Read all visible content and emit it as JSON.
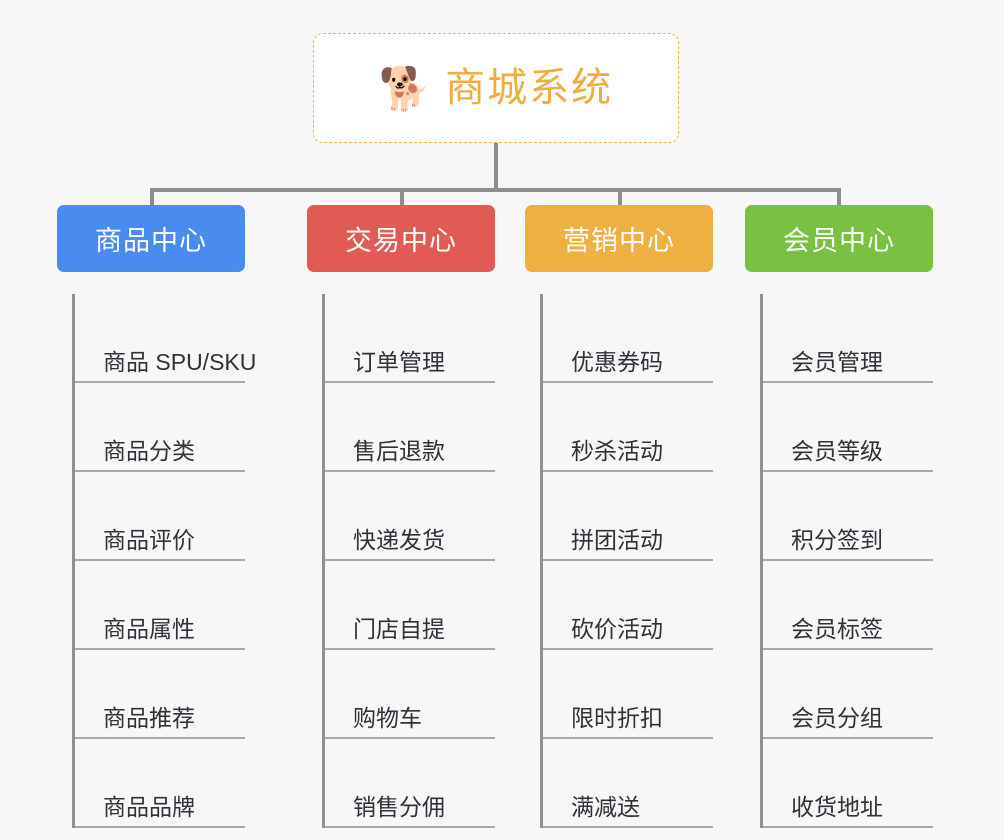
{
  "diagram": {
    "title": "商城系统",
    "root": {
      "icon": "shiba-dog-face-emoji",
      "icon_glyph": "🐕",
      "label": "商城系统",
      "text_color": "#eeae3f",
      "border_color": "#eeb544",
      "background": "#ffffff"
    },
    "background_color": "#f7f7f7",
    "connector_color": "#8e8e8e",
    "leaf_underline_color": "#a8a8a8",
    "leaf_text_color": "#2f3237",
    "columns": [
      {
        "header": "商品中心",
        "color": "#4a8bf0",
        "items": [
          "商品 SPU/SKU",
          "商品分类",
          "商品评价",
          "商品属性",
          "商品推荐",
          "商品品牌"
        ]
      },
      {
        "header": "交易中心",
        "color": "#e15b55",
        "items": [
          "订单管理",
          "售后退款",
          "快递发货",
          "门店自提",
          "购物车",
          "销售分佣"
        ]
      },
      {
        "header": "营销中心",
        "color": "#efaf43",
        "items": [
          "优惠券码",
          "秒杀活动",
          "拼团活动",
          "砍价活动",
          "限时折扣",
          "满减送"
        ]
      },
      {
        "header": "会员中心",
        "color": "#7ac143",
        "items": [
          "会员管理",
          "会员等级",
          "积分签到",
          "会员标签",
          "会员分组",
          "收货地址"
        ]
      }
    ]
  }
}
